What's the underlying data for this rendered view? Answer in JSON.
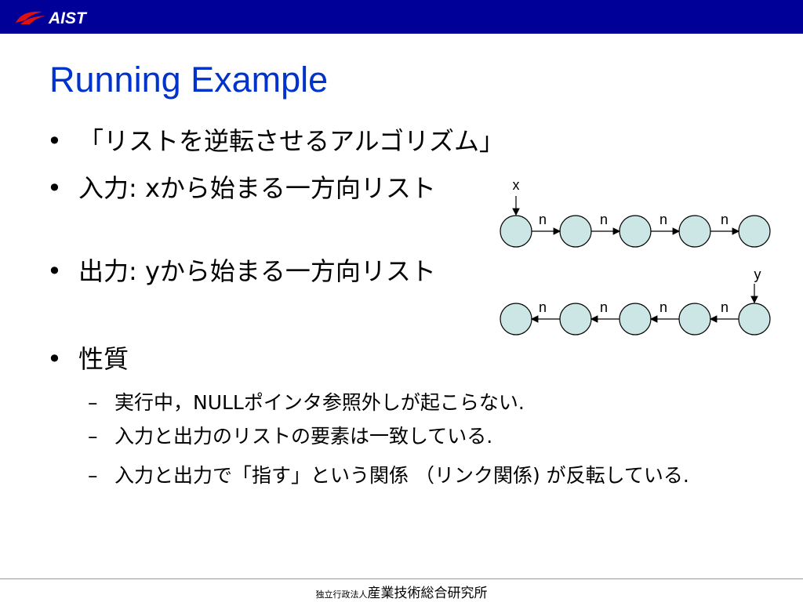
{
  "header": {
    "logo_text": "AIST",
    "bar_color": "#000099"
  },
  "title": "Running Example",
  "bullets": [
    {
      "marker": "•",
      "text": "「リストを逆転させるアルゴリズム」"
    },
    {
      "marker": "•",
      "text": "入力: xから始まる一方向リスト"
    },
    {
      "marker": "•",
      "text": "出力: yから始まる一方向リスト"
    },
    {
      "marker": "•",
      "text": "性質"
    }
  ],
  "sub_bullets": [
    {
      "marker": "–",
      "text": "実行中，NULLポインタ参照外しが起こらない."
    },
    {
      "marker": "–",
      "text": "入力と出力のリストの要素は一致している."
    },
    {
      "marker": "–",
      "text": "入力と出力で「指す」という関係 （リンク関係) が反転している."
    }
  ],
  "diagram": {
    "input_list": {
      "pointer_label": "x",
      "node_count": 5,
      "link_labels": [
        "n",
        "n",
        "n",
        "n"
      ],
      "direction": "right"
    },
    "output_list": {
      "pointer_label": "y",
      "node_count": 5,
      "link_labels": [
        "n",
        "n",
        "n",
        "n"
      ],
      "direction": "left"
    },
    "node_fill": "#cce6e6"
  },
  "footer": {
    "prefix": "独立行政法人",
    "name": "産業技術総合研究所"
  },
  "colors": {
    "title": "#0033cc",
    "header": "#000099",
    "logo_red": "#dd1111"
  }
}
